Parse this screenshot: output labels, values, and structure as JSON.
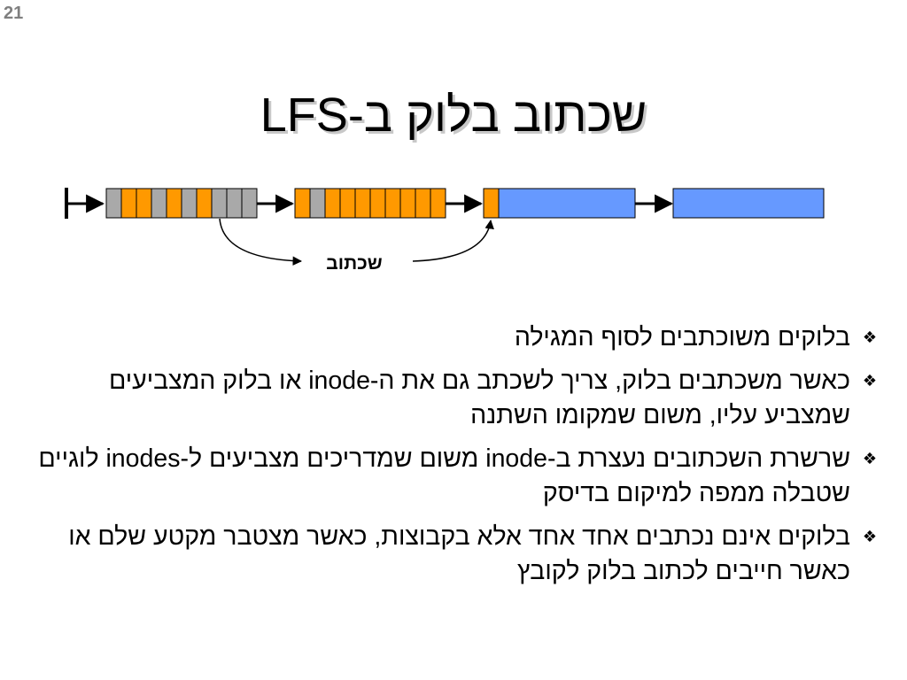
{
  "slide": {
    "number": "21",
    "title": "שכתוב בלוק ב-LFS"
  },
  "diagram": {
    "write_label": "שכתוב",
    "colors": {
      "orange": "#FF9900",
      "gray": "#A9A9A9",
      "blue": "#6699FF",
      "outline": "#000000"
    },
    "segments": [
      {
        "kind": "blocks",
        "cells": [
          "gray",
          "orange",
          "orange",
          "gray",
          "orange",
          "gray",
          "orange",
          "gray",
          "gray",
          "gray"
        ]
      },
      {
        "kind": "blocks",
        "cells": [
          "orange",
          "gray",
          "orange",
          "orange",
          "orange",
          "orange",
          "orange",
          "orange",
          "orange",
          "orange"
        ]
      },
      {
        "kind": "head-and-free",
        "cells": [
          "orange"
        ]
      },
      {
        "kind": "free"
      }
    ]
  },
  "bullets": [
    {
      "icon": "diamond-bullet-icon",
      "text": "בלוקים משוכתבים לסוף המגילה"
    },
    {
      "icon": "diamond-bullet-icon",
      "text": "כאשר משכתבים בלוק, צריך לשכתב גם את ה-inode או בלוק המצביעים שמצביע עליו, משום שמקומו השתנה"
    },
    {
      "icon": "diamond-bullet-icon",
      "text": "שרשרת השכתובים נעצרת ב-inode משום שמדריכים מצביעים ל-inodes לוגיים שטבלה ממפה למיקום בדיסק"
    },
    {
      "icon": "diamond-bullet-icon",
      "text": "בלוקים אינם נכתבים אחד אחד אלא בקבוצות, כאשר מצטבר מקטע שלם או כאשר חייבים לכתוב בלוק לקובץ"
    }
  ]
}
